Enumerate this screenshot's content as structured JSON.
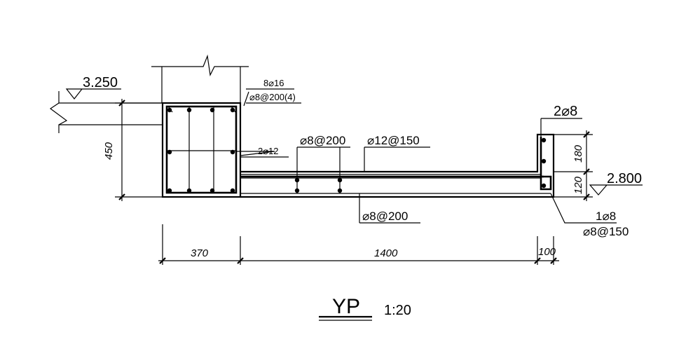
{
  "labels": {
    "level_top": "3.250",
    "level_bottom": "2.800",
    "beam_main_bars": "8⌀16",
    "beam_stirrups": "⌀8@200(4)",
    "waist_bars": "2⌀12",
    "slab_dist_top": "⌀8@200",
    "slab_top_bars": "⌀12@150",
    "slab_bottom_bars": "⌀8@200",
    "upstand_bars": "2⌀8",
    "tip_bar": "1⌀8",
    "tip_stirrups": "⌀8@150"
  },
  "dimensions": {
    "beam_height": "450",
    "upstand_top": "180",
    "upstand_bottom": "120",
    "beam_width": "370",
    "cantilever_length": "1400",
    "upstand_width": "100"
  },
  "title": {
    "name": "YP",
    "scale": "1:20"
  }
}
